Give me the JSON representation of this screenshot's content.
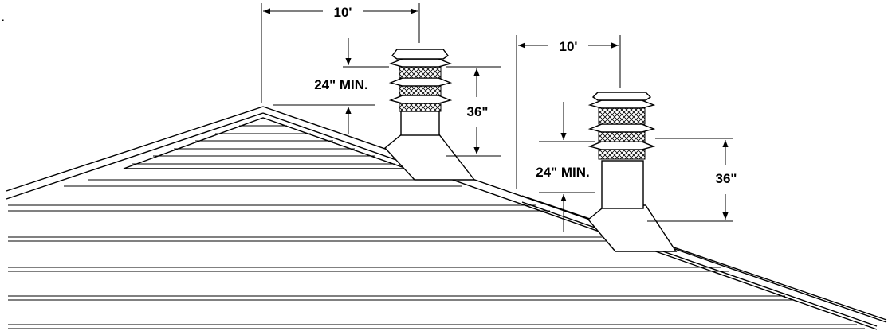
{
  "corner_mark": ".",
  "dimensions": {
    "left_horizontal": "10'",
    "right_horizontal": "10'",
    "left_min_clearance": "24\" MIN.",
    "right_min_clearance": "24\" MIN.",
    "left_cap_height": "36\"",
    "right_cap_height": "36\""
  },
  "colors": {
    "ink": "#000000",
    "paper": "#ffffff"
  },
  "icons": [
    "arrow-icon"
  ]
}
